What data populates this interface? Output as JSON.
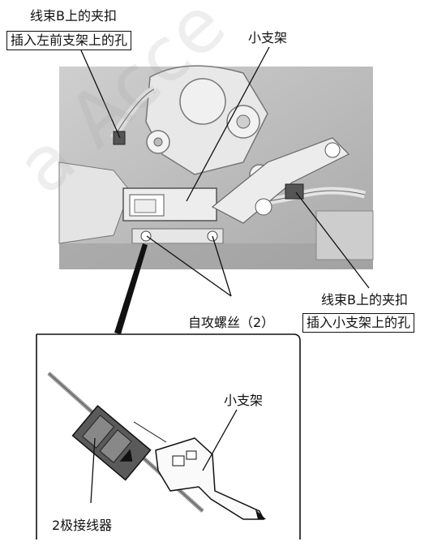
{
  "labels": {
    "clip_top_line1": "线束B上的夹扣",
    "clip_top_line2": "插入左前支架上的孔",
    "small_bracket_top": "小支架",
    "clip_right_line1": "线束B上的夹扣",
    "clip_right_line2": "插入小支架上的孔",
    "self_tapping_screws": "自攻螺丝（2）",
    "small_bracket_detail": "小支架",
    "connector_2pin": "2极接线器"
  },
  "watermark": "a Acce"
}
